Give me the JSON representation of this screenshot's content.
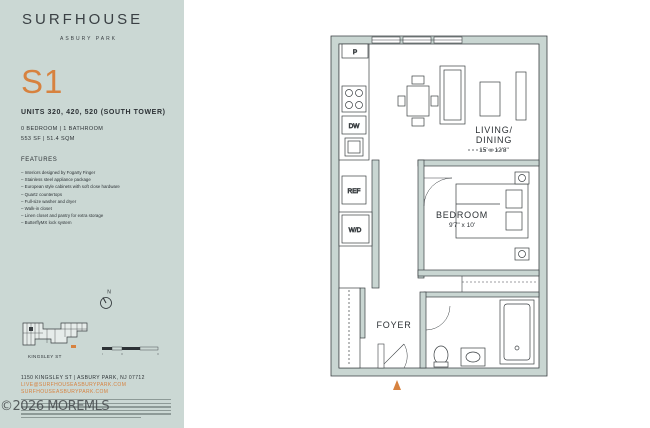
{
  "brand": {
    "name": "SURFHOUSE",
    "location": "ASBURY PARK"
  },
  "unit": {
    "code": "S1",
    "units": "UNITS 320, 420, 520 (SOUTH TOWER)",
    "rooms": "0 BEDROOM | 1 BATHROOM",
    "size": "553 SF | 51.4 SQM"
  },
  "features": {
    "title": "FEATURES",
    "items": [
      "Interiors designed by Fogarty Finger",
      "Stainless steel appliance package",
      "European style cabinets with soft close hardware",
      "Quartz countertops",
      "Full-size washer and dryer",
      "Walk-in closet",
      "Linen closet and pantry for extra storage",
      "ButterflyMX lock system"
    ]
  },
  "map": {
    "compass": "N",
    "street": "KINGSLEY ST"
  },
  "contact": {
    "address": "1150 KINGSLEY ST | ASBURY PARK, NJ 07712",
    "email": "LIVE@SURFHOUSEASBURYPARK.COM",
    "website": "SURFHOUSEASBURYPARK.COM"
  },
  "watermark": "©2026 MOREMLS",
  "plan": {
    "living_label_1": "LIVING/",
    "living_label_2": "DINING",
    "living_dim": "15' x 12'8\"",
    "bedroom_label": "BEDROOM",
    "bedroom_dim": "9'7\" x 10'",
    "foyer_label": "FOYER",
    "pantry_label": "P",
    "dishwasher_label": "DW",
    "fridge_label": "REF",
    "washer_label": "W/D"
  },
  "colors": {
    "panel": "#cbd8d4",
    "accent": "#d7823f",
    "wall": "#c9d6d2",
    "line": "#3a3f42"
  }
}
